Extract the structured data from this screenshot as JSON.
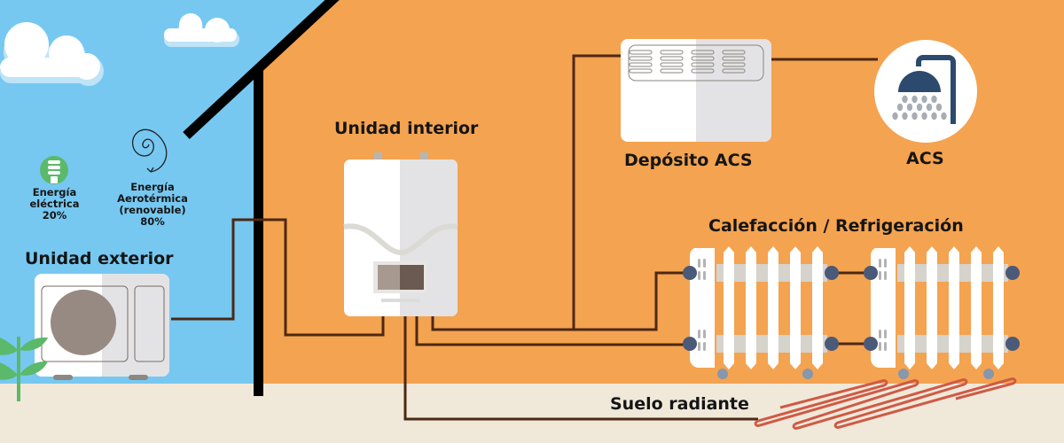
{
  "title": "Sistema de aerotermia",
  "colors": {
    "sky": "#76c8f1",
    "wall": "#f4a350",
    "ground": "#f0e9da",
    "pipe": "#4d2812",
    "roof": "#000000",
    "shower": "#2c4a6e",
    "floor_heating": "#cf5a45"
  },
  "labels": {
    "energy_electric": [
      "Energía",
      "eléctrica",
      "20%"
    ],
    "energy_aero": [
      "Energía",
      "Aerotérmica",
      "(renovable)",
      "80%"
    ],
    "outdoor_unit": "Unidad exterior",
    "indoor_unit": "Unidad interior",
    "dhw_tank": "Depósito ACS",
    "dhw": "ACS",
    "heating_cooling": "Calefacción / Refrigeración",
    "floor_heating": "Suelo radiante"
  },
  "energy_share": {
    "electric_percent": 20,
    "aerothermal_percent": 80
  },
  "icons": {
    "bulb": "lightbulb-icon",
    "spiral": "spiral-air-icon",
    "shower": "shower-icon",
    "cloud": "cloud-icon",
    "plant": "plant-icon"
  }
}
